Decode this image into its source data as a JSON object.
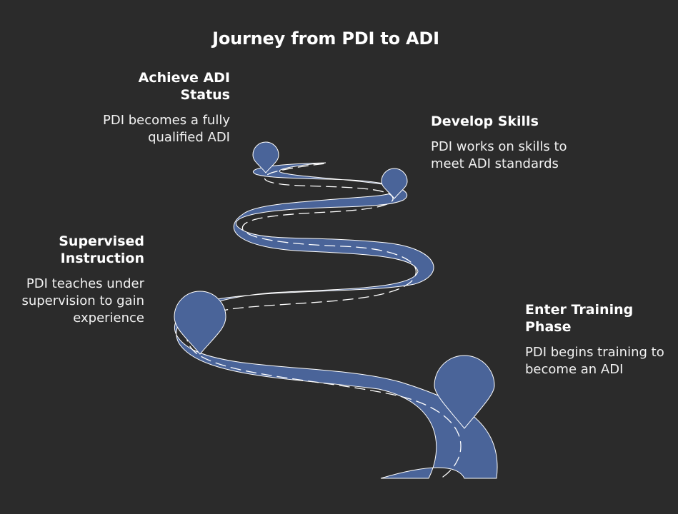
{
  "title": "Journey from PDI to ADI",
  "colors": {
    "background": "#2b2b2b",
    "road": "#4a6499",
    "marker": "#4a6499",
    "outline": "#ffffff",
    "text": "#ffffff"
  },
  "stages": [
    {
      "key": "achieve",
      "title": "Achieve ADI Status",
      "description": "PDI becomes a fully qualified ADI"
    },
    {
      "key": "develop",
      "title": "Develop Skills",
      "description": "PDI works on skills to meet ADI standards"
    },
    {
      "key": "supervised",
      "title": "Supervised Instruction",
      "description": "PDI teaches under supervision to gain experience"
    },
    {
      "key": "enter",
      "title": "Enter Training Phase",
      "description": "PDI begins training to become an ADI"
    }
  ]
}
